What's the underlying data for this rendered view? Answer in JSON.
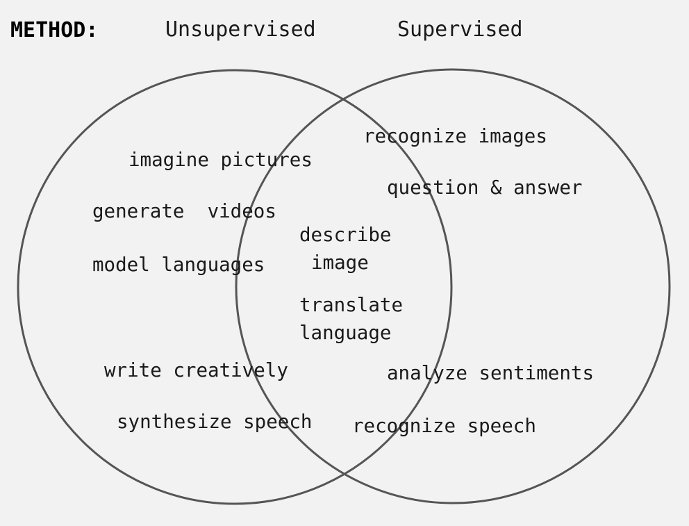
{
  "header": {
    "method_label": "METHOD:",
    "left_set": "Unsupervised",
    "right_set": "Supervised"
  },
  "colors": {
    "background": "#f2f2f2",
    "circle_stroke": "#555555",
    "text": "#1a1a1a"
  },
  "unsupervised_only": {
    "items": [
      "imagine pictures",
      "generate  videos",
      "model languages",
      "write creatively",
      "synthesize speech"
    ]
  },
  "both": {
    "items": [
      "describe",
      "image",
      "translate",
      "language"
    ]
  },
  "supervised_only": {
    "items": [
      "recognize images",
      "question & answer",
      "analyze sentiments",
      "recognize speech"
    ]
  }
}
